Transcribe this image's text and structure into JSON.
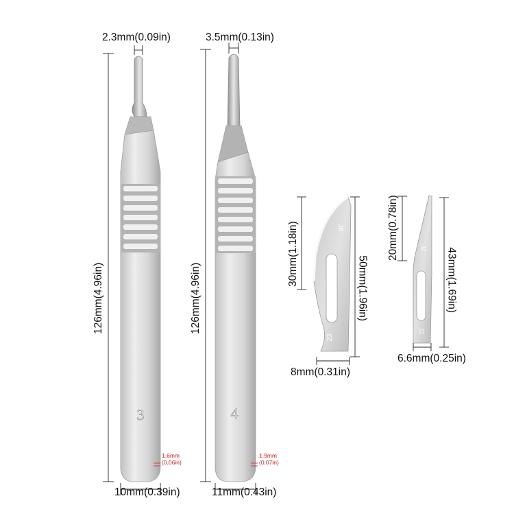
{
  "colors": {
    "steel_light": "#dcdcdc",
    "steel_dark": "#a8a8a8",
    "line": "#222222",
    "small_dim": "#e02020"
  },
  "handles": [
    {
      "number": "3",
      "length_label": "126mm(4.96in)",
      "tip_width_label": "2.3mm(0.09in)",
      "width_label": "10mm(0.39in)",
      "thickness_label": [
        "1.6mm",
        "(0.06in)"
      ]
    },
    {
      "number": "4",
      "length_label": "126mm(4.96in)",
      "tip_width_label": "3.5mm(0.13in)",
      "width_label": "11mm(0.43in)",
      "thickness_label": [
        "1.9mm",
        "(0.07in)"
      ]
    }
  ],
  "blades": [
    {
      "code": "JB",
      "number": "23",
      "edge_label": "30mm(1.18in)",
      "length_label": "50mm(1.96in)",
      "width_label": "8mm(0.31in)"
    },
    {
      "code": "JZ",
      "number": "11",
      "edge_label": "20mm(0.78in)",
      "length_label": "43mm(1.69in)",
      "width_label": "6.6mm(0.25in)"
    }
  ]
}
